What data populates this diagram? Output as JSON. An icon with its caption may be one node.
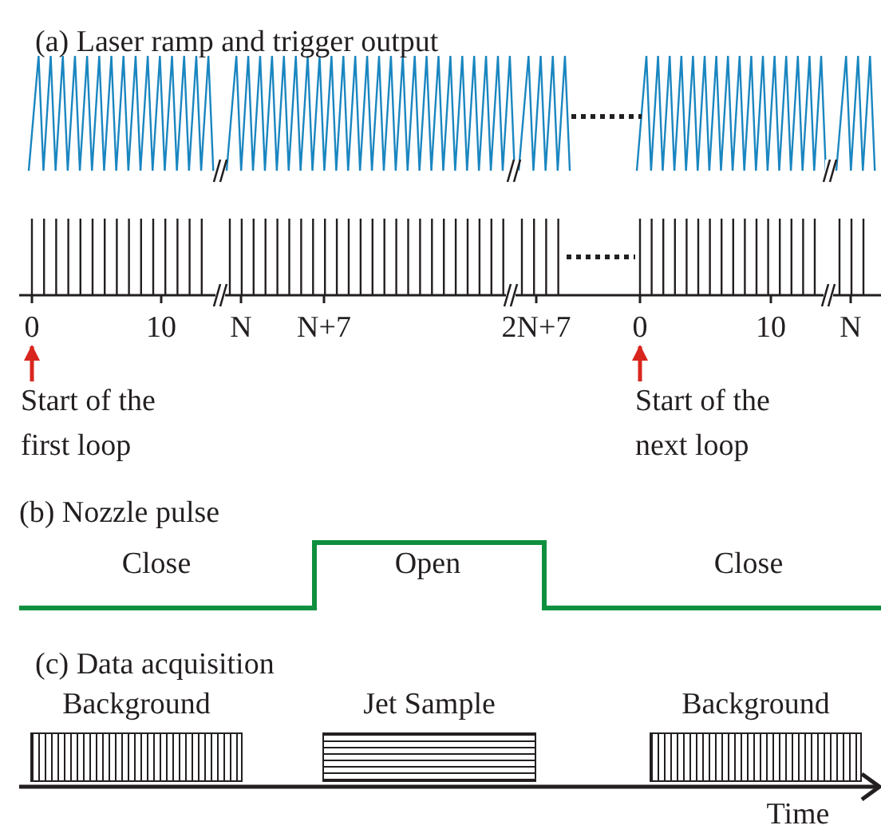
{
  "diagram": {
    "nodes": [
      {
        "text": [
          "0"
        ]
      },
      {
        "text": [
          "0"
        ]
      },
      {
        "text": [
          "Start of the first loop"
        ]
      },
      {
        "text": [
          "Start of the next loop"
        ]
      },
      {
        "text": [
          "Background"
        ]
      },
      {
        "text": [
          "Jet Sample"
        ]
      },
      {
        "text": [
          "Background"
        ]
      }
    ],
    "edges": [
      {
        "from": 2,
        "to": 0,
        "arrow": "to"
      },
      {
        "from": 3,
        "to": 1,
        "arrow": "to"
      }
    ],
    "labels": [
      "(a) Laser ramp and trigger output",
      "10",
      "N",
      "N+7",
      "2N+7",
      "10",
      "N",
      "(b) Nozzle pulse",
      "Close",
      "Open",
      "Close",
      "(c) Data acquisition",
      "Time"
    ]
  }
}
